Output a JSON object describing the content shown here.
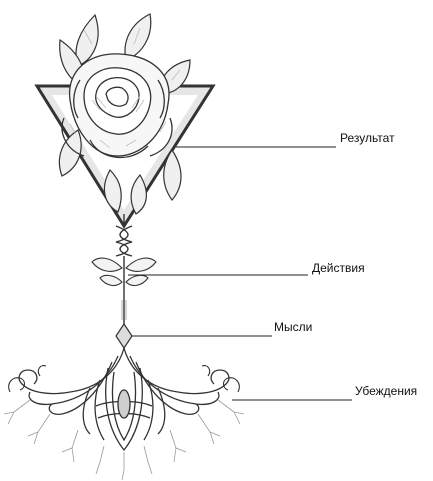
{
  "diagram": {
    "labels": {
      "result": "Результат",
      "actions": "Действия",
      "thoughts": "Мысли",
      "beliefs": "Убеждения"
    },
    "colors": {
      "ink": "#333333",
      "shade": "#bdbdbd",
      "background": "#ffffff"
    }
  }
}
